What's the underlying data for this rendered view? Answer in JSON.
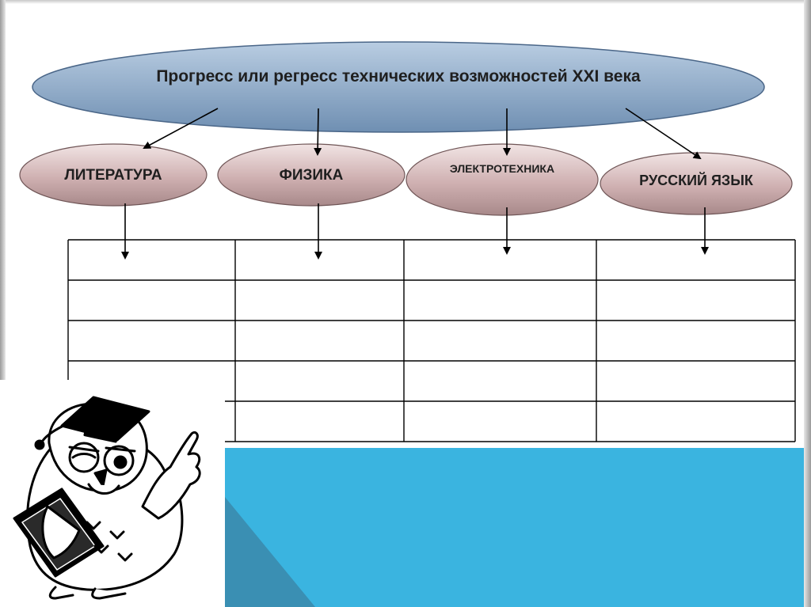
{
  "title": "Прогресс или регресс технических возможностей XXI века",
  "subjects": [
    {
      "label": "ЛИТЕРАТУРА"
    },
    {
      "label": "ФИЗИКА"
    },
    {
      "label": "ЭЛЕКТРОТЕХНИКА"
    },
    {
      "label": "РУССКИЙ ЯЗЫК"
    }
  ],
  "table": {
    "columns": 4,
    "rows": 5,
    "cells": [
      [
        "",
        "",
        "",
        ""
      ],
      [
        "",
        "",
        "",
        ""
      ],
      [
        "",
        "",
        "",
        ""
      ],
      [
        "",
        "",
        "",
        ""
      ],
      [
        "",
        "",
        "",
        ""
      ]
    ]
  },
  "illustration": "owl-teacher-icon",
  "colors": {
    "title_ellipse": "#8ea9c6",
    "subject_ellipse": "#c9a9aa",
    "blue_panel": "#3ab4e0",
    "blue_panel_corner": "#3a8fb3"
  }
}
